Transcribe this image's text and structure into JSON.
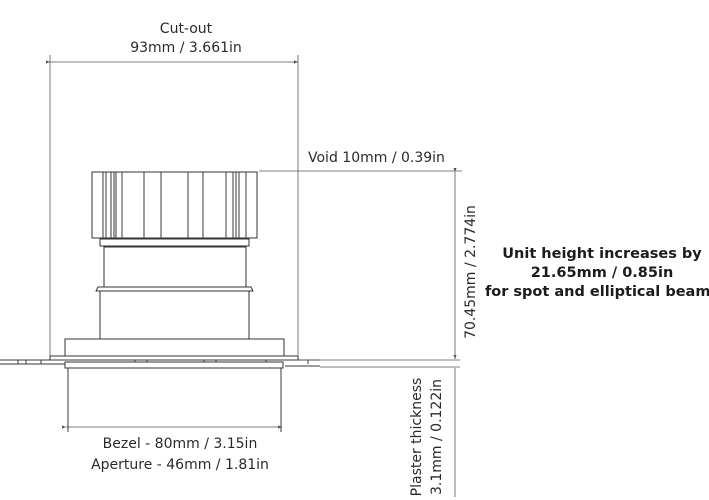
{
  "cutout": {
    "label": "Cut-out",
    "value": "93mm / 3.661in"
  },
  "void": {
    "label": "Void 10mm / 0.39in"
  },
  "unit_height": {
    "value": "70.45mm / 2.774in"
  },
  "plaster": {
    "label": "Plaster thickness",
    "value": "3.1mm / 0.122in"
  },
  "bezel": {
    "label": "Bezel - 80mm / 3.15in"
  },
  "aperture": {
    "label": "Aperture - 46mm / 1.81in"
  },
  "note": {
    "line1": "Unit height increases by",
    "line2": "21.65mm / 0.85in",
    "line3": "for spot and elliptical beams"
  }
}
